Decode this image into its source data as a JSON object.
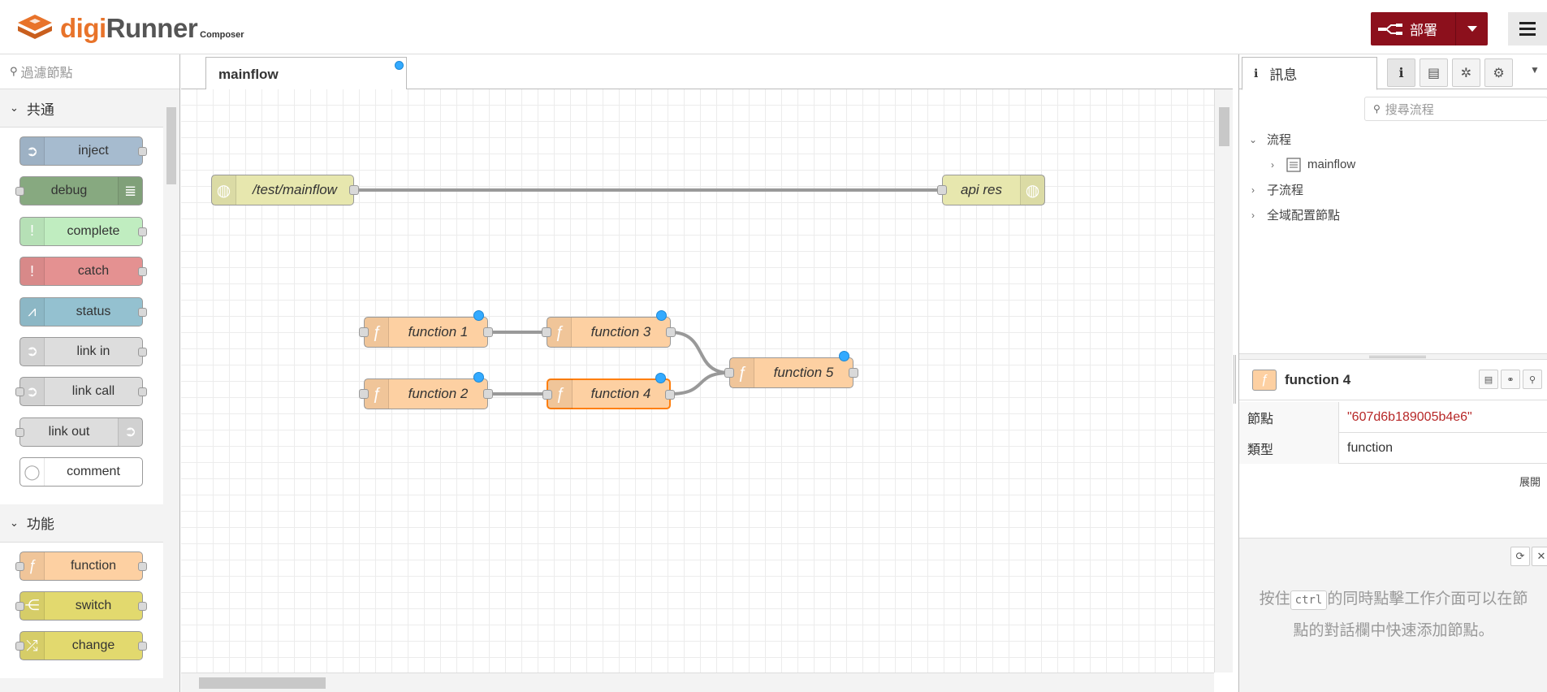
{
  "header": {
    "brand_digi": "digi",
    "brand_runner": "Runner",
    "brand_sub": "Composer",
    "deploy_label": "部署",
    "colors": {
      "brand_orange": "#e8732a",
      "deploy": "#8c101c"
    }
  },
  "palette": {
    "search_placeholder": "過濾節點",
    "categories": [
      {
        "label": "共通",
        "nodes": [
          {
            "label": "inject",
            "color": "#a6bbcf",
            "icon": "inject-icon"
          },
          {
            "label": "debug",
            "color": "#87a980",
            "icon": "debug-icon"
          },
          {
            "label": "complete",
            "color": "#c0edc0",
            "icon": "complete-icon"
          },
          {
            "label": "catch",
            "color": "#e49191",
            "icon": "catch-icon"
          },
          {
            "label": "status",
            "color": "#94c1d0",
            "icon": "status-icon"
          },
          {
            "label": "link in",
            "color": "#dddddd",
            "icon": "link-in-icon"
          },
          {
            "label": "link call",
            "color": "#dddddd",
            "icon": "link-call-icon"
          },
          {
            "label": "link out",
            "color": "#dddddd",
            "icon": "link-out-icon"
          },
          {
            "label": "comment",
            "color": "#ffffff",
            "icon": "comment-icon"
          }
        ]
      },
      {
        "label": "功能",
        "nodes": [
          {
            "label": "function",
            "color": "#fdd0a2",
            "icon": "function-icon"
          },
          {
            "label": "switch",
            "color": "#e2d96e",
            "icon": "switch-icon"
          },
          {
            "label": "change",
            "color": "#e2d96e",
            "icon": "change-icon"
          }
        ]
      }
    ]
  },
  "workspace": {
    "tab_label": "mainflow",
    "nodes": {
      "http_in": "/test/mainflow",
      "http_res": "api res",
      "f1": "function 1",
      "f2": "function 2",
      "f3": "function 3",
      "f4": "function 4",
      "f5": "function 5"
    }
  },
  "sidebar": {
    "tab_info": "訊息",
    "search_placeholder": "搜尋流程",
    "tree": {
      "flows": "流程",
      "mainflow": "mainflow",
      "subflows": "子流程",
      "global_config": "全域配置節點"
    },
    "selected_node": {
      "title": "function 4",
      "rows": [
        {
          "key": "節點",
          "value": "\"607d6b189005b4e6\""
        },
        {
          "key": "類型",
          "value": "function"
        }
      ],
      "expand_label": "展開"
    },
    "tip": {
      "before": "按住",
      "key": "ctrl",
      "after": "的同時點擊工作介面可以在節點的對話欄中快速添加節點。"
    }
  }
}
